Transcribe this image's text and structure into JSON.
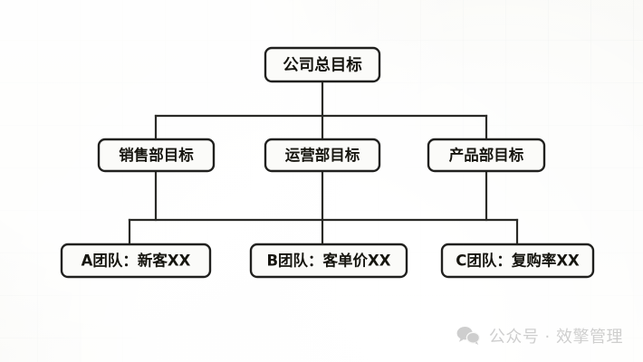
{
  "diagram": {
    "type": "org-chart",
    "title_text": "公司总目标",
    "levels": [
      {
        "level": 0,
        "nodes": [
          {
            "id": "root",
            "label": "公司总目标"
          }
        ]
      },
      {
        "level": 1,
        "nodes": [
          {
            "id": "sales",
            "label": "销售部目标"
          },
          {
            "id": "ops",
            "label": "运营部目标"
          },
          {
            "id": "product",
            "label": "产品部目标"
          }
        ]
      },
      {
        "level": 2,
        "nodes": [
          {
            "id": "team-a",
            "label": "A团队：新客XX"
          },
          {
            "id": "team-b",
            "label": "B团队：客单价XX"
          },
          {
            "id": "team-c",
            "label": "C团队：复购率XX"
          }
        ]
      }
    ]
  },
  "watermark": {
    "icon": "wechat-icon",
    "text": "公众号 · 效擎管理"
  },
  "colors": {
    "background": "#f7f7f3",
    "grid_line": "#cdd4d2",
    "box_fill": "#fbfbf9",
    "box_stroke": "#20201e",
    "connector": "#2a2a27",
    "text": "#16150f",
    "watermark_text": "#8d8d8d"
  }
}
